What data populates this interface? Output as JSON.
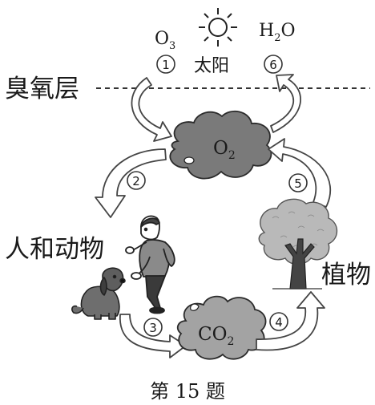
{
  "top_labels": {
    "o3": "O",
    "o3_sub": "3",
    "h2o_h": "H",
    "h2o_sub": "2",
    "h2o_o": "O",
    "sun": "太阳"
  },
  "layers": {
    "ozone": "臭氧层"
  },
  "markers": {
    "m1": "1",
    "m2": "2",
    "m3": "3",
    "m4": "4",
    "m5": "5",
    "m6": "6"
  },
  "clouds": {
    "o2_main": "O",
    "o2_sub": "2",
    "co2_main": "CO",
    "co2_sub": "2"
  },
  "side_labels": {
    "humans_animals": "人和动物",
    "plants": "植物"
  },
  "caption": "第 15 题",
  "colors": {
    "cloud_fill": "#7a7a7a",
    "tree_fill": "#b9b9b9",
    "ink": "#1a1a1a"
  }
}
